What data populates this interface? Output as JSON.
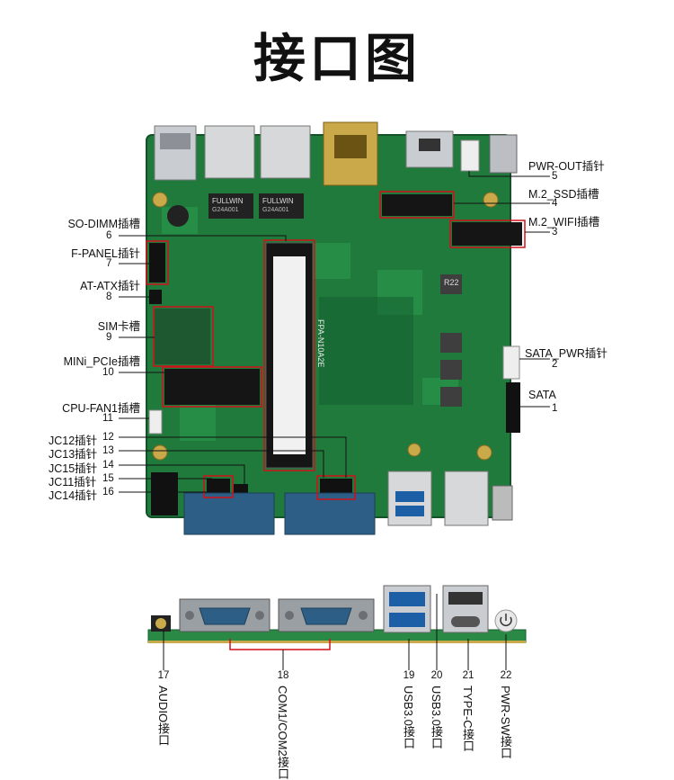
{
  "title": "接口图",
  "callouts_left": [
    {
      "label": "SO-DIMM插槽",
      "num": "6"
    },
    {
      "label": "F-PANEL插针",
      "num": "7"
    },
    {
      "label": "AT-ATX插针",
      "num": "8"
    },
    {
      "label": "SIM卡槽",
      "num": "9"
    },
    {
      "label": "MINi_PCIe插槽",
      "num": "10"
    },
    {
      "label": "CPU-FAN1插槽",
      "num": "11"
    },
    {
      "label": "JC12插针",
      "num": "12"
    },
    {
      "label": "JC13插针",
      "num": "13"
    },
    {
      "label": "JC15插针",
      "num": "14"
    },
    {
      "label": "JC11插针",
      "num": "15"
    },
    {
      "label": "JC14插针",
      "num": "16"
    }
  ],
  "callouts_right": [
    {
      "label": "PWR-OUT插针",
      "num": "5"
    },
    {
      "label": "M.2_SSD插槽",
      "num": "4"
    },
    {
      "label": "M.2_WIFI插槽",
      "num": "3"
    },
    {
      "label": "SATA_PWR插针",
      "num": "2"
    },
    {
      "label": "SATA",
      "num": "1"
    }
  ],
  "callouts_bottom": [
    {
      "num": "17",
      "label": "AUDIO接口"
    },
    {
      "num": "18",
      "label": "COM1/COM2接口"
    },
    {
      "num": "19",
      "label": "USB3.0接口"
    },
    {
      "num": "20",
      "label": "USB3.0接口"
    },
    {
      "num": "21",
      "label": "TYPE-C接口"
    },
    {
      "num": "22",
      "label": "PWR-SW接口"
    }
  ],
  "board_text": {
    "lan_chip_brand": "FULLWIN",
    "lan_chip_code": "G24A001",
    "dimm_label": "FPA-N10A2E",
    "ind_label": "R22"
  },
  "colors": {
    "pcb": "#1f7a3c",
    "callout_line": "#d0101a",
    "leader": "#111111"
  }
}
